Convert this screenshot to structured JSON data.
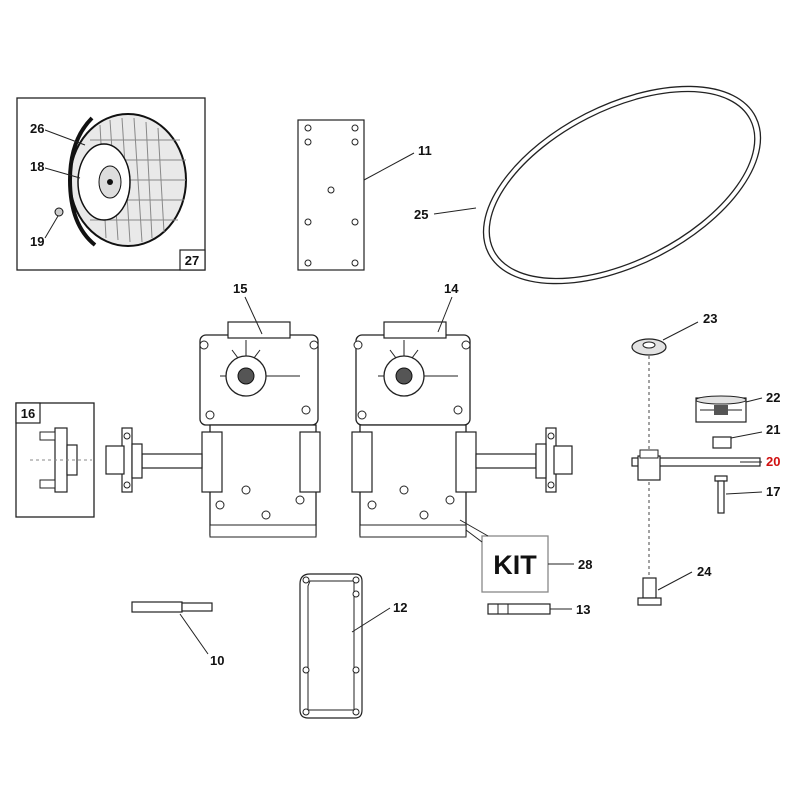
{
  "colors": {
    "highlight": "#d01010",
    "line": "#222222"
  },
  "boxes": {
    "wheel_box_num": "27",
    "hub_box_num": "16",
    "kit_text": "KIT"
  },
  "labels": {
    "l26": "26",
    "l18": "18",
    "l19": "19",
    "l11": "11",
    "l25": "25",
    "l15": "15",
    "l14": "14",
    "l23": "23",
    "l22": "22",
    "l21": "21",
    "l20": "20",
    "l17": "17",
    "l28": "28",
    "l24": "24",
    "l10": "10",
    "l12": "12",
    "l13": "13"
  }
}
